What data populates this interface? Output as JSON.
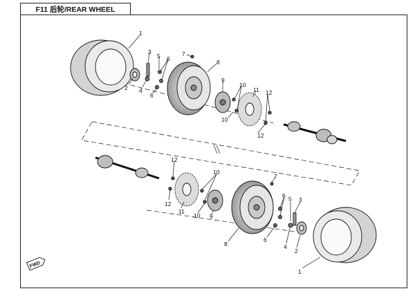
{
  "header": {
    "title": "F11 后轮/REAR WHEEL"
  },
  "callouts": [
    {
      "id": "c-top-1",
      "text": "1"
    },
    {
      "id": "c-top-2",
      "text": "2"
    },
    {
      "id": "c-top-3",
      "text": "3"
    },
    {
      "id": "c-top-4",
      "text": "4"
    },
    {
      "id": "c-top-5",
      "text": "5"
    },
    {
      "id": "c-top-6a",
      "text": "6"
    },
    {
      "id": "c-top-6b",
      "text": "6"
    },
    {
      "id": "c-top-7",
      "text": "7"
    },
    {
      "id": "c-top-8",
      "text": "8"
    },
    {
      "id": "c-top-9",
      "text": "9"
    },
    {
      "id": "c-top-10a",
      "text": "10"
    },
    {
      "id": "c-top-10b",
      "text": "10"
    },
    {
      "id": "c-top-11",
      "text": "11"
    },
    {
      "id": "c-top-12a",
      "text": "12"
    },
    {
      "id": "c-top-12b",
      "text": "12"
    },
    {
      "id": "c-bot-12a",
      "text": "12"
    },
    {
      "id": "c-bot-12b",
      "text": "12"
    },
    {
      "id": "c-bot-11",
      "text": "11"
    },
    {
      "id": "c-bot-10a",
      "text": "10"
    },
    {
      "id": "c-bot-10b",
      "text": "10"
    },
    {
      "id": "c-bot-9",
      "text": "9"
    },
    {
      "id": "c-bot-7",
      "text": "7"
    },
    {
      "id": "c-bot-6a",
      "text": "6"
    },
    {
      "id": "c-bot-6b",
      "text": "6"
    },
    {
      "id": "c-bot-5",
      "text": "5"
    },
    {
      "id": "c-bot-3",
      "text": "3"
    },
    {
      "id": "c-bot-4",
      "text": "4"
    },
    {
      "id": "c-bot-2",
      "text": "2"
    },
    {
      "id": "c-bot-8",
      "text": "8"
    },
    {
      "id": "c-bot-1",
      "text": "1"
    }
  ],
  "direction_badge": {
    "text": "FWD"
  }
}
